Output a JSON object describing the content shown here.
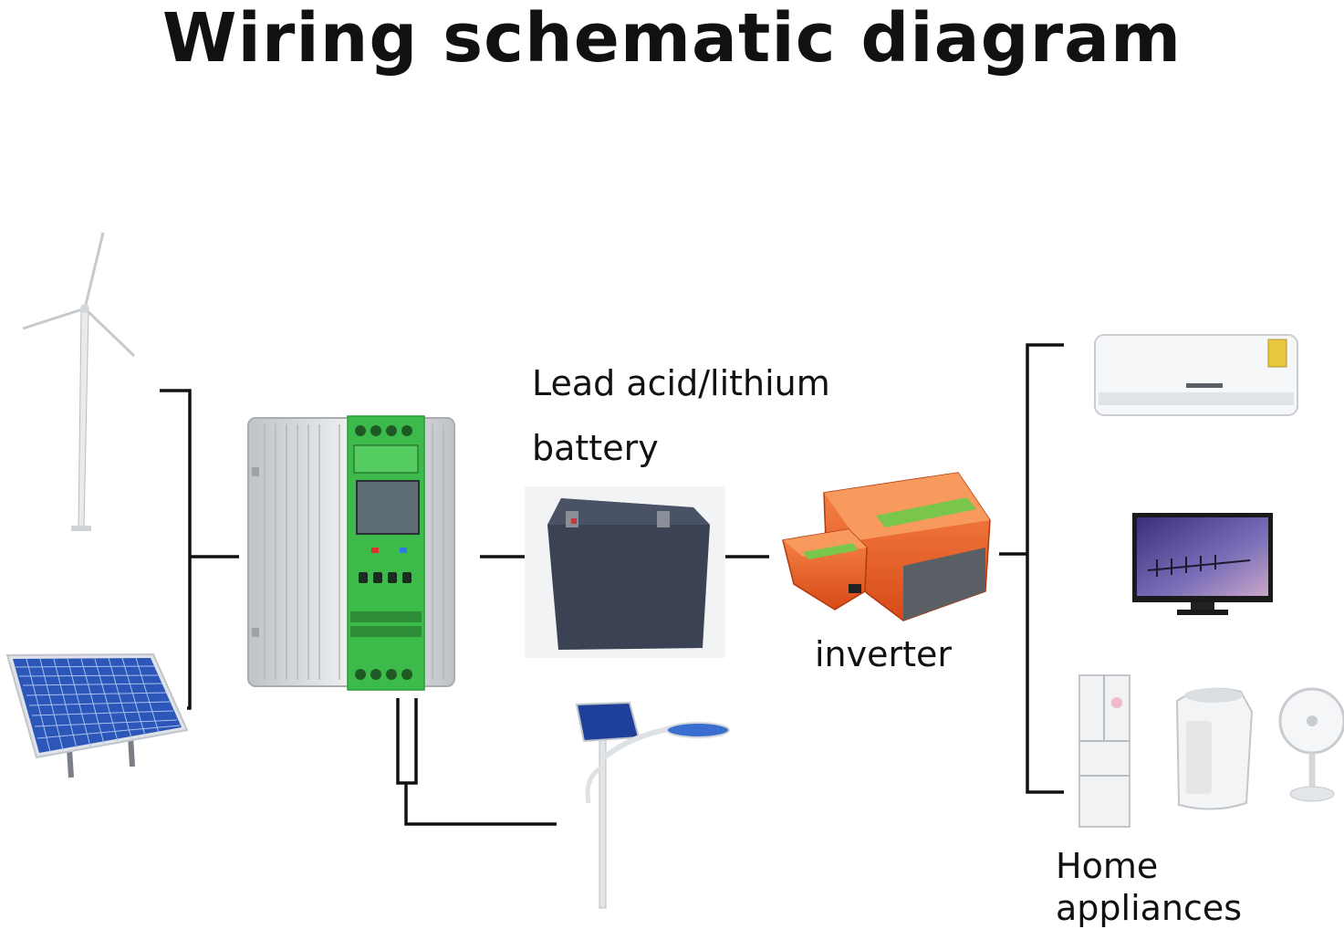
{
  "title": "Wiring schematic diagram",
  "labels": {
    "battery_line1": "Lead acid/lithium",
    "battery_line2": "battery",
    "inverter": "inverter",
    "appliances": "Home appliances"
  },
  "colors": {
    "wire": "#111111",
    "controller_green": "#3dbb4a",
    "controller_case": "#d9dcdf",
    "inverter_orange": "#f0642a",
    "battery_body": "#3b4254",
    "solar_cell": "#2c56b8"
  },
  "icons": [
    "wind-turbine-icon",
    "solar-panel-icon",
    "charge-controller-icon",
    "battery-icon",
    "inverter-icon",
    "street-light-icon",
    "air-conditioner-icon",
    "television-icon",
    "refrigerator-icon",
    "water-dispenser-icon",
    "desk-fan-icon"
  ]
}
